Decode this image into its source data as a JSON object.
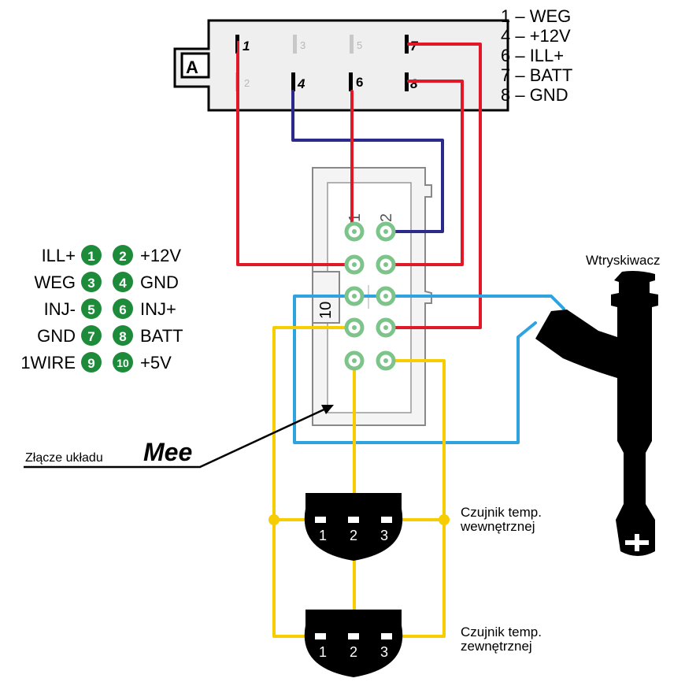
{
  "connector_a": {
    "letter": "A",
    "pins": {
      "p1": "1",
      "p2": "2",
      "p3": "3",
      "p4": "4",
      "p5": "5",
      "p6": "6",
      "p7": "7",
      "p8": "8"
    }
  },
  "a_legend": [
    "1 – WEG",
    "4 – +12V",
    "6 – ILL+",
    "7 – BATT",
    "8 – GND"
  ],
  "mee_connector": {
    "label_prefix": "Złącze układu",
    "label_brand": "Mee",
    "pin_marks": {
      "p1": "1",
      "p2": "2",
      "p10": "10"
    }
  },
  "mee_pinout": [
    {
      "left": "ILL+",
      "a": "1",
      "b": "2",
      "right": "+12V"
    },
    {
      "left": "WEG",
      "a": "3",
      "b": "4",
      "right": "GND"
    },
    {
      "left": "INJ-",
      "a": "5",
      "b": "6",
      "right": "INJ+"
    },
    {
      "left": "GND",
      "a": "7",
      "b": "8",
      "right": "BATT"
    },
    {
      "left": "1WIRE",
      "a": "9",
      "b": "10",
      "right": "+5V"
    }
  ],
  "injector": {
    "label": "Wtryskiwacz"
  },
  "sensor_internal": {
    "line1": "Czujnik temp.",
    "line2": "wewnętrznej",
    "pins": [
      "1",
      "2",
      "3"
    ]
  },
  "sensor_external": {
    "line1": "Czujnik temp.",
    "line2": "zewnętrznej",
    "pins": [
      "1",
      "2",
      "3"
    ]
  },
  "colors": {
    "red": "#e01828",
    "blue": "#2ea3e0",
    "navy": "#2b2a8a",
    "yellow": "#f7cd00",
    "green": "#1e8b3a",
    "pin_green": "#7cc48a"
  }
}
